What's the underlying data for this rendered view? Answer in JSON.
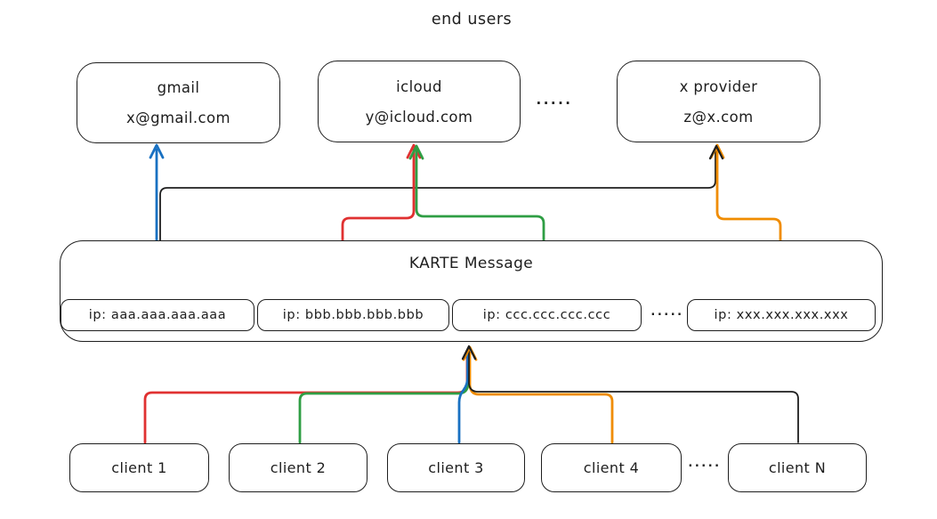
{
  "title": "end users",
  "ellipsis": ".....",
  "colors": {
    "ink": "#1e1e1e",
    "blue": "#1971c2",
    "red": "#e03131",
    "green": "#2f9e44",
    "orange": "#f08c00"
  },
  "providers": [
    {
      "name": "gmail",
      "email": "x@gmail.com"
    },
    {
      "name": "icloud",
      "email": "y@icloud.com"
    },
    {
      "name": "x provider",
      "email": "z@x.com"
    }
  ],
  "karte": {
    "title": "KARTE Message",
    "ips": [
      "ip: aaa.aaa.aaa.aaa",
      "ip: bbb.bbb.bbb.bbb",
      "ip: ccc.ccc.ccc.ccc",
      "ip: xxx.xxx.xxx.xxx"
    ]
  },
  "clients": [
    "client 1",
    "client 2",
    "client 3",
    "client 4",
    "client N"
  ]
}
